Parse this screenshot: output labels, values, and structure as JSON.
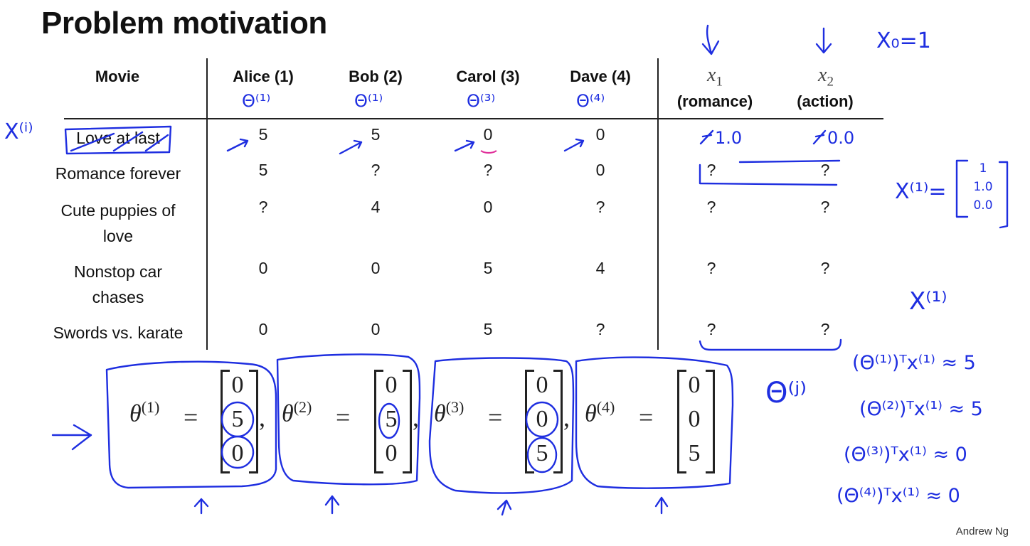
{
  "slide": {
    "title": "Problem motivation",
    "credit": "Andrew Ng"
  },
  "table": {
    "movie_header": "Movie",
    "users": [
      {
        "name": "Alice (1)",
        "param_note": "θ(1)"
      },
      {
        "name": "Bob (2)",
        "param_note": "θ(1)"
      },
      {
        "name": "Carol (3)",
        "param_note": "θ(3)"
      },
      {
        "name": "Dave (4)",
        "param_note": "θ(4)"
      }
    ],
    "features": [
      {
        "symbol": "x",
        "index": "1",
        "label": "(romance)"
      },
      {
        "symbol": "x",
        "index": "2",
        "label": "(action)"
      }
    ],
    "rows": [
      {
        "movie": "Love at last",
        "ratings": [
          "5",
          "5",
          "0",
          "0"
        ],
        "features": [
          "?",
          "?"
        ],
        "annotated_features": [
          "1.0",
          "0.0"
        ]
      },
      {
        "movie": "Romance forever",
        "ratings": [
          "5",
          "?",
          "?",
          "0"
        ],
        "features": [
          "?",
          "?"
        ]
      },
      {
        "movie": "Cute puppies of love",
        "ratings": [
          "?",
          "4",
          "0",
          "?"
        ],
        "features": [
          "?",
          "?"
        ]
      },
      {
        "movie": "Nonstop car chases",
        "ratings": [
          "0",
          "0",
          "5",
          "4"
        ],
        "features": [
          "?",
          "?"
        ]
      },
      {
        "movie": "Swords vs. karate",
        "ratings": [
          "0",
          "0",
          "5",
          "?"
        ],
        "features": [
          "?",
          "?"
        ]
      }
    ]
  },
  "theta_vectors": [
    {
      "label": "θ",
      "index": "(1)",
      "values": [
        "0",
        "5",
        "0"
      ]
    },
    {
      "label": "θ",
      "index": "(2)",
      "values": [
        "0",
        "5",
        "0"
      ]
    },
    {
      "label": "θ",
      "index": "(3)",
      "values": [
        "0",
        "0",
        "5"
      ]
    },
    {
      "label": "θ",
      "index": "(4)",
      "values": [
        "0",
        "0",
        "5"
      ]
    }
  ],
  "annotations": {
    "x0_note": "X₀=1",
    "x_i_label": "X⁽ⁱ⁾",
    "x1_vector_label": "X⁽¹⁾=",
    "x1_vector": [
      "1",
      "1.0",
      "0.0"
    ],
    "x1_label": "X⁽¹⁾",
    "theta_j": "Θ⁽ʲ⁾",
    "predictions": [
      "(Θ⁽¹⁾)ᵀx⁽¹⁾ ≈ 5",
      "(Θ⁽²⁾)ᵀx⁽¹⁾ ≈ 5",
      "(Θ⁽³⁾)ᵀx⁽¹⁾ ≈ 0",
      "(Θ⁽⁴⁾)ᵀx⁽¹⁾ ≈ 0"
    ],
    "user_theta_notes": [
      "Θ⁽¹⁾",
      "Θ⁽¹⁾",
      "Θ⁽³⁾",
      "Θ⁽⁴⁾"
    ]
  },
  "colors": {
    "ink_blue": "#1e2ee0",
    "ink_pink": "#e0309a",
    "text": "#111111"
  }
}
